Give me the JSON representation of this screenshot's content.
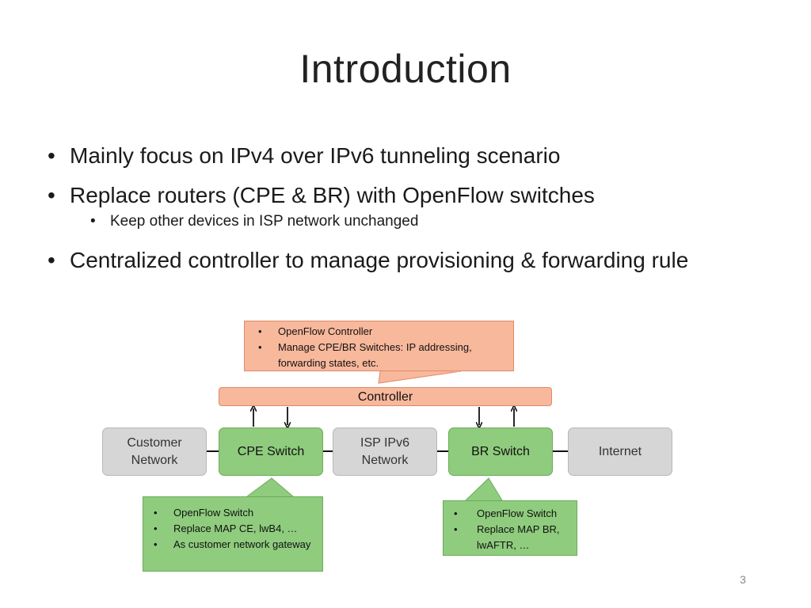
{
  "slide": {
    "title": "Introduction",
    "page_number": "3"
  },
  "bullets": {
    "b1": "Mainly focus on IPv4 over IPv6 tunneling scenario",
    "b2": "Replace routers (CPE & BR) with OpenFlow switches",
    "b2_sub": "Keep other devices in ISP network unchanged",
    "b3": "Centralized controller to manage provisioning & forwarding rule"
  },
  "diagram": {
    "controller_label": "Controller",
    "controller_callout": [
      "OpenFlow Controller",
      "Manage CPE/BR Switches: IP addressing, forwarding states, etc."
    ],
    "nodes": {
      "customer_line1": "Customer",
      "customer_line2": "Network",
      "cpe": "CPE Switch",
      "isp_line1": "ISP IPv6",
      "isp_line2": "Network",
      "br": "BR Switch",
      "internet": "Internet"
    },
    "cpe_callout": [
      "OpenFlow Switch",
      "Replace MAP CE, lwB4, …",
      "As customer network gateway"
    ],
    "br_callout": [
      "OpenFlow Switch",
      "Replace MAP BR, lwAFTR, …"
    ],
    "colors": {
      "controller_fill": "#f8b89c",
      "switch_fill": "#8fcc7e",
      "network_fill": "#d6d6d6"
    }
  }
}
